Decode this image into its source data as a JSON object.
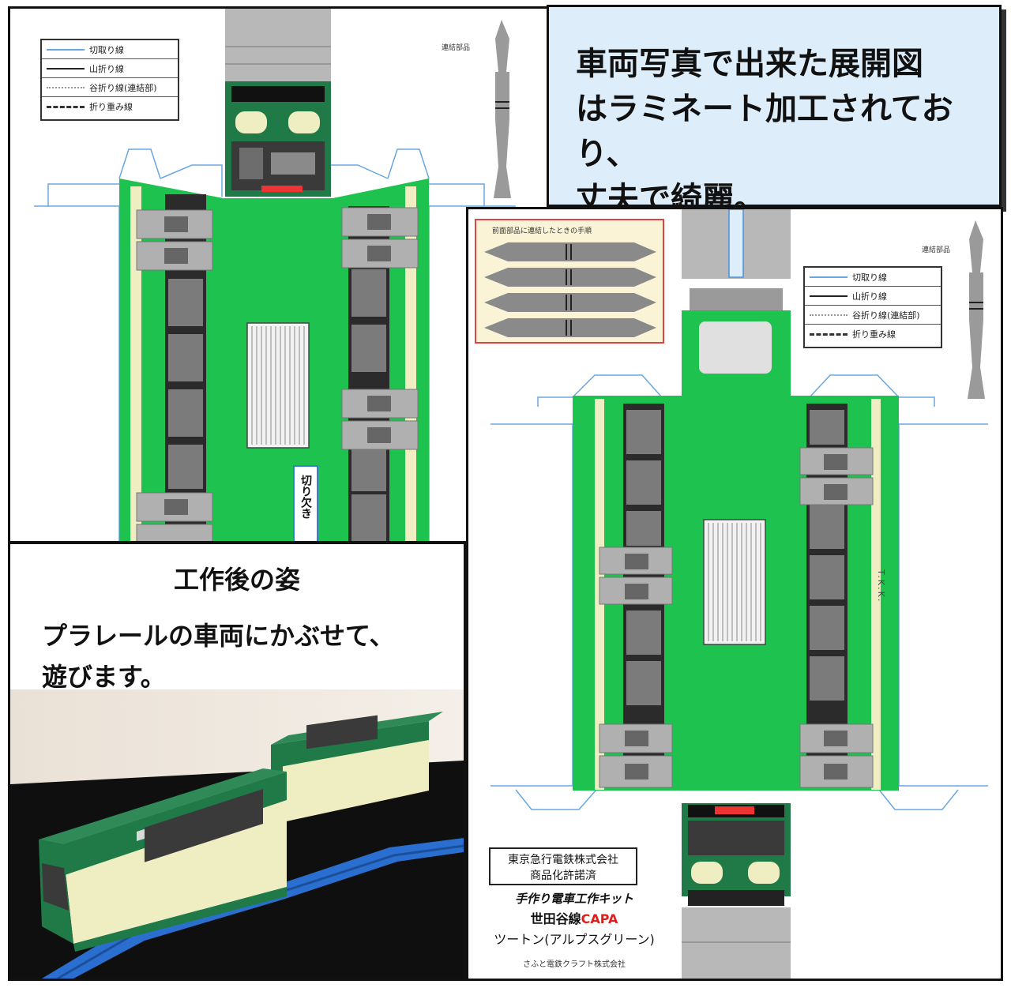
{
  "legend": {
    "items": [
      {
        "key": "cut",
        "label": "切取り線"
      },
      {
        "key": "mountain",
        "label": "山折り線"
      },
      {
        "key": "valley",
        "label": "谷折り線(連結部)"
      },
      {
        "key": "fold",
        "label": "折り重み線"
      }
    ]
  },
  "corner_note": "連結部品",
  "cutout_label": "切り欠き",
  "callout": {
    "line1": "車両写真で出来た展開図",
    "line2": "はラミネート加工されており、",
    "line3": "丈夫で綺麗。"
  },
  "parts_box_label": "前面部品に連結したときの手順",
  "body_letters": "T.K.K.",
  "photo_caption": {
    "title": "工作後の姿",
    "line1": "プラレールの車両にかぶせて、",
    "line2": "遊びます。"
  },
  "license": {
    "line1": "東京急行電鉄株式会社",
    "line2": "商品化許諾済"
  },
  "product": {
    "line1": "手作り電車工作キット",
    "line2_prefix": "世田谷線",
    "line2_brand": "CAPA",
    "line3": "ツートン(アルプスグリーン)",
    "maker": "さふと電鉄クラフト株式会社"
  },
  "colors": {
    "green": "#1ec24e",
    "dark_green": "#1f7a48",
    "cream": "#efeec2",
    "gray": "#b8b8b8",
    "callout_bg": "#ddeefa",
    "brand_red": "#e21c1c",
    "rail_blue": "#2a6fd0"
  }
}
